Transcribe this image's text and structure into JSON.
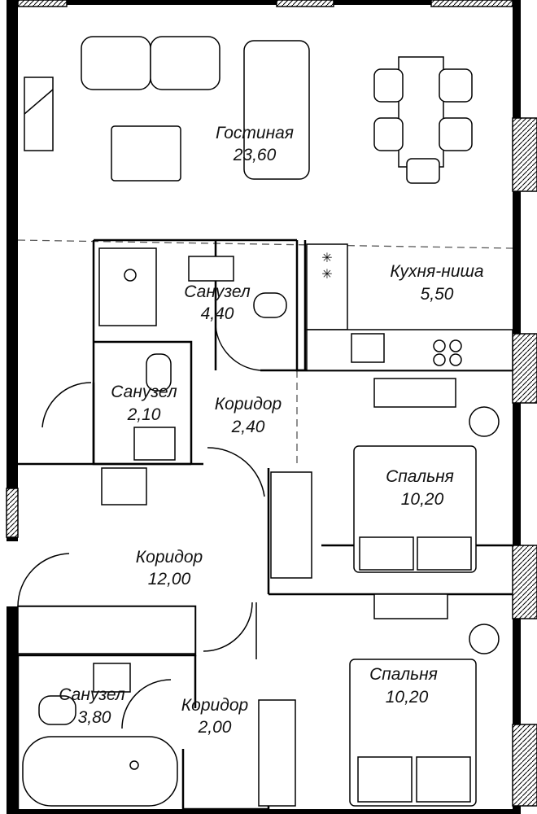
{
  "rooms": {
    "living": {
      "name": "Гостиная",
      "area": "23,60"
    },
    "kitchen": {
      "name": "Кухня-ниша",
      "area": "5,50"
    },
    "bath1": {
      "name": "Санузел",
      "area": "4,40"
    },
    "bath2": {
      "name": "Санузел",
      "area": "2,10"
    },
    "corridor1": {
      "name": "Коридор",
      "area": "2,40"
    },
    "bedroom1": {
      "name": "Спальня",
      "area": "10,20"
    },
    "corridor2": {
      "name": "Коридор",
      "area": "12,00"
    },
    "bath3": {
      "name": "Санузел",
      "area": "3,80"
    },
    "corridor3": {
      "name": "Коридор",
      "area": "2,00"
    },
    "bedroom2": {
      "name": "Спальня",
      "area": "10,20"
    }
  }
}
